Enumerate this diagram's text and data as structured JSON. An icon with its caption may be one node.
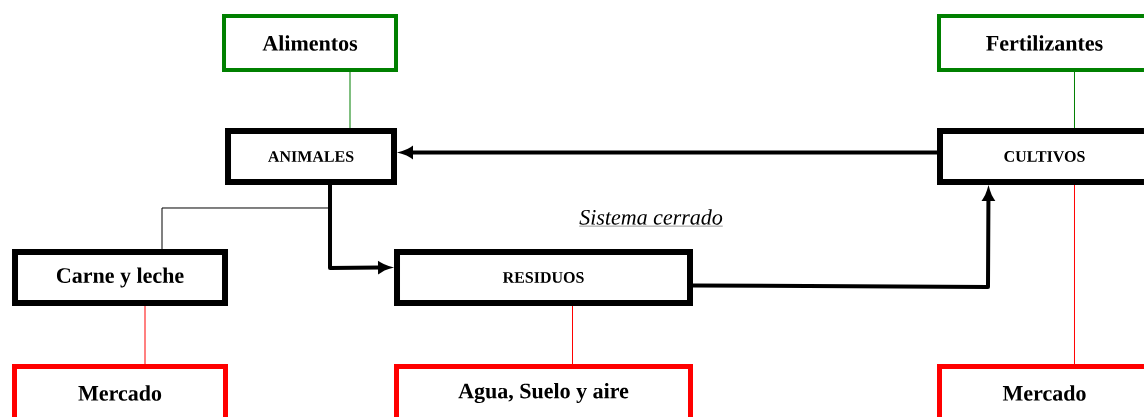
{
  "diagram": {
    "nodes": [
      {
        "text": [
          "Alimentos"
        ]
      },
      {
        "text": [
          "Fertilizantes"
        ]
      },
      {
        "text": [
          "ANIMALES"
        ]
      },
      {
        "text": [
          "CULTIVOS"
        ]
      },
      {
        "text": [
          "Carne y leche"
        ]
      },
      {
        "text": [
          "RESIDUOS"
        ]
      },
      {
        "text": [
          "Mercado"
        ]
      },
      {
        "text": [
          "Agua, Suelo y aire"
        ]
      },
      {
        "text": [
          "Mercado"
        ]
      }
    ],
    "edges": [
      {
        "from": 0,
        "to": 2,
        "arrow": "none",
        "color": "#008000"
      },
      {
        "from": 1,
        "to": 3,
        "arrow": "none",
        "color": "#008000"
      },
      {
        "from": 3,
        "to": 2,
        "arrow": "to",
        "style": "thick"
      },
      {
        "from": 2,
        "to": 5,
        "arrow": "to",
        "style": "thick"
      },
      {
        "from": 2,
        "to": 4,
        "arrow": "none"
      },
      {
        "from": 5,
        "to": 3,
        "arrow": "to",
        "style": "thick"
      },
      {
        "from": 4,
        "to": 6,
        "arrow": "none",
        "color": "#ff0000"
      },
      {
        "from": 5,
        "to": 7,
        "arrow": "none",
        "color": "#ff0000"
      },
      {
        "from": 3,
        "to": 8,
        "arrow": "none",
        "color": "#ff0000"
      }
    ],
    "labels": [
      "Sistema cerrado"
    ]
  }
}
